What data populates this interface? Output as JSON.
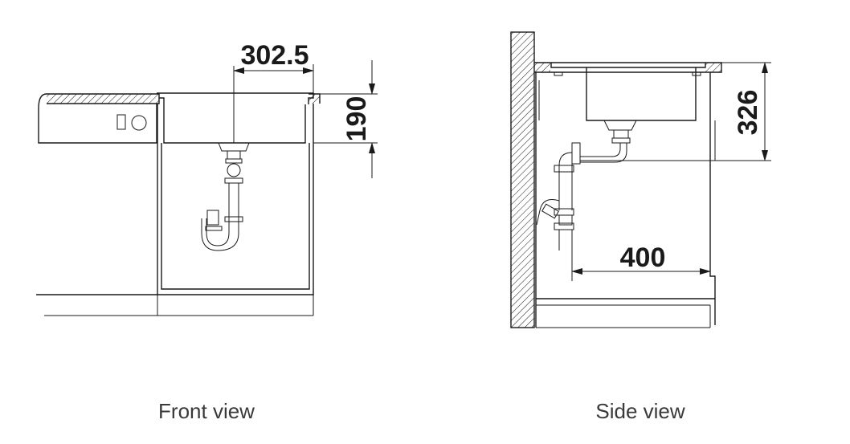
{
  "front_view": {
    "caption": "Front view",
    "dim_horizontal": "302.5",
    "dim_vertical": "190"
  },
  "side_view": {
    "caption": "Side view",
    "dim_vertical": "326",
    "dim_horizontal": "400"
  }
}
